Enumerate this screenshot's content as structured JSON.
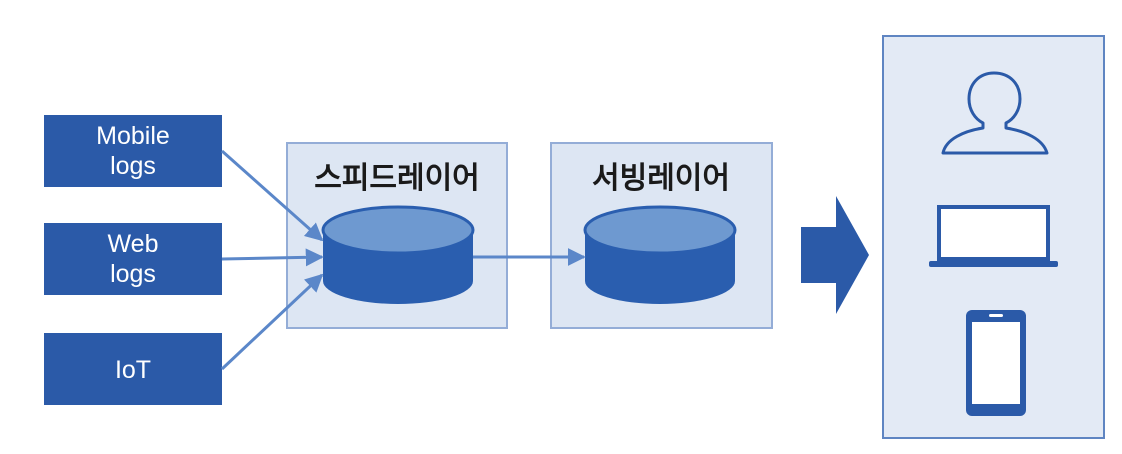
{
  "sources": [
    {
      "id": "mobile",
      "lines": [
        "Mobile",
        "logs"
      ]
    },
    {
      "id": "web",
      "lines": [
        "Web",
        "logs"
      ]
    },
    {
      "id": "iot",
      "lines": [
        "IoT"
      ]
    }
  ],
  "layers": {
    "speed": {
      "title": "스피드레이어"
    },
    "serving": {
      "title": "서빙레이어"
    }
  },
  "consumers": {
    "icons": [
      "user-icon",
      "laptop-icon",
      "tablet-icon"
    ]
  },
  "colors": {
    "source_fill": "#2b5aa8",
    "layer_fill": "#dde6f3",
    "layer_border": "#94add7",
    "db_top": "#6e99d0",
    "db_body": "#2a5eaf",
    "arrow": "#5b87c9",
    "big_arrow": "#2b5aa8",
    "consumer_fill": "#e3eaf5",
    "consumer_border": "#5f85c2",
    "icon_stroke": "#2b5aa8"
  }
}
